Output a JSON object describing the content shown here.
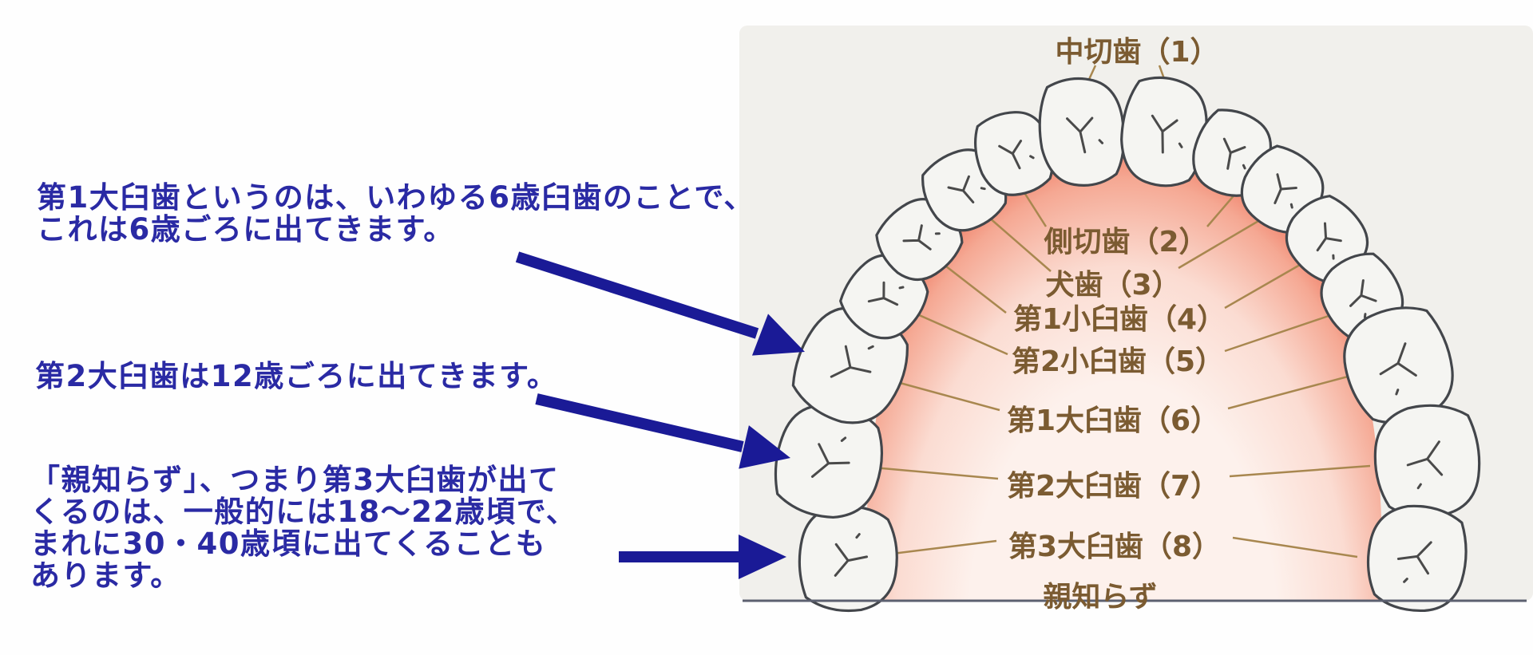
{
  "colors": {
    "annotation_text": "#2a2aa4",
    "arrow": "#1a1a96",
    "label_text": "#7b5b31",
    "leader_line": "#a8874f",
    "diagram_bg": "#f1f0ec",
    "gum_pale": "#fdf1ec",
    "gum_light": "#fbdcd2",
    "gum_mid": "#f5a893",
    "gum_deep": "#ec654c",
    "gum_red": "#e14a38",
    "tooth_fill": "#f5f5f2",
    "tooth_outline": "#43464b",
    "crack": "#4a4a4a",
    "baseline": "#5c6070"
  },
  "annotations": [
    {
      "lines": [
        "第1大臼歯というのは、いわゆる6歳臼歯のことで、",
        "これは6歳ごろに出てきます。"
      ]
    },
    {
      "lines": [
        "第2大臼歯は12歳ごろに出てきます。"
      ]
    },
    {
      "lines": [
        "「親知らず」、つまり第3大臼歯が出て",
        "くるのは、一般的には18～22歳頃で、",
        "まれに30・40歳頃に出てくることも",
        "あります。"
      ]
    }
  ],
  "diagram": {
    "tooth_labels": [
      {
        "text": "中切歯（1）"
      },
      {
        "text": "側切歯（2）"
      },
      {
        "text": "犬歯（3）"
      },
      {
        "text": "第1小臼歯（4）"
      },
      {
        "text": "第2小臼歯（5）"
      },
      {
        "text": "第1大臼歯（6）"
      },
      {
        "text": "第2大臼歯（7）"
      },
      {
        "text": "第3大臼歯（8）"
      },
      {
        "text": "親知らず"
      }
    ]
  }
}
